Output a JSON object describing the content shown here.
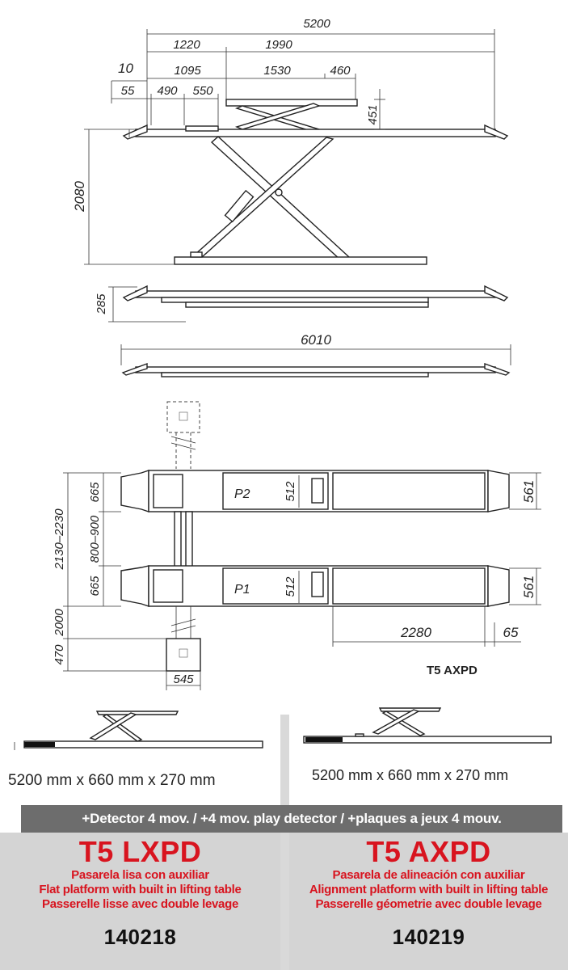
{
  "drawing": {
    "dims": {
      "d5200": "5200",
      "d1220": "1220",
      "d1990": "1990",
      "d10": "10",
      "d1095": "1095",
      "d1530": "1530",
      "d460": "460",
      "d55": "55",
      "d490": "490",
      "d550": "550",
      "d451": "451",
      "d2080": "2080",
      "d285": "285",
      "d6010": "6010",
      "d665a": "665",
      "d665b": "665",
      "d2130_2230": "2130–2230",
      "d800_900": "800–900",
      "d512a": "512",
      "d512b": "512",
      "d561a": "561",
      "d561b": "561",
      "d2000": "2000",
      "d470": "470",
      "d2280": "2280",
      "d65": "65",
      "d545": "545"
    },
    "platform_labels": {
      "p2": "P2",
      "p1": "P1"
    },
    "model_ref": "T5 AXPD"
  },
  "sizes": {
    "left": "5200 mm x 660 mm x 270 mm",
    "right": "5200 mm x 660 mm x 270 mm"
  },
  "banner": "+Detector  4 mov. / +4 mov.  play detector / +plaques a jeux 4 mouv.",
  "products": [
    {
      "name": "T5 LXPD",
      "desc": [
        "Pasarela lisa con auxiliar",
        "Flat platform with built in lifting table",
        "Passerelle lisse avec double levage"
      ],
      "code": "140218"
    },
    {
      "name": "T5 AXPD",
      "desc": [
        "Pasarela de alineación con auxiliar",
        "Alignment platform with built in lifting table",
        "Passerelle géometrie avec double levage"
      ],
      "code": "140219"
    }
  ],
  "colors": {
    "accent_red": "#d8141f",
    "banner_gray": "#6d6d6d",
    "panel_gray": "#d4d4d4"
  }
}
